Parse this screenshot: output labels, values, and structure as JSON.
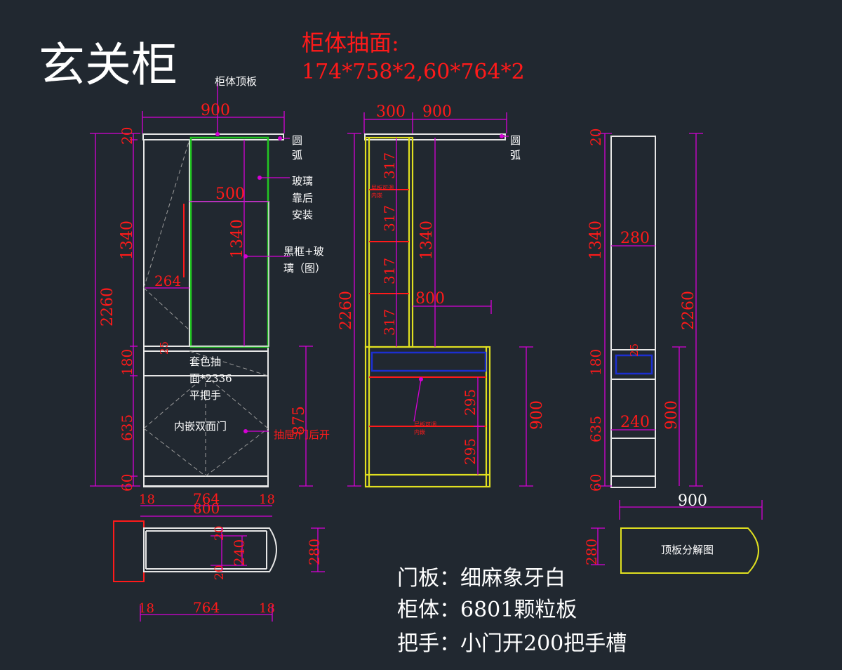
{
  "title": "玄关柜",
  "header_note": {
    "line1": "柜体抽面:",
    "line2": "174*758*2,60*764*2"
  },
  "colors": {
    "background": "#212830",
    "outline": "#e6e6e6",
    "dimension": "#d500d5",
    "dim_text": "#ff1a1a",
    "green_frame": "#22c722",
    "yellow_frame": "#e0e020",
    "blue_drawer": "#1c2fd0",
    "label": "#ffffff"
  },
  "front": {
    "top_board_label": "柜体顶板",
    "width": "900",
    "total_height": "2260",
    "heights": [
      "20",
      "1340",
      "180",
      "635",
      "60"
    ],
    "inner_width": "500",
    "inner_height": "1340",
    "left_panel_width": "264",
    "base_sizes": [
      "18",
      "764",
      "18",
      "800"
    ],
    "right_base_height": "875",
    "small_25": "25",
    "arc_note": "圆\n弧",
    "glass_note": "玻璃\n靠后\n安装",
    "frame_note": "黑框+玻\n璃（图）",
    "drawer_note": "套色抽\n面*2336\n平把手",
    "door_note": "内嵌双面门",
    "drawer_open_note": "抽屉/门后开"
  },
  "side": {
    "width_left": "300",
    "width_right": "900",
    "total_height": "2260",
    "shelf_heights": [
      "317",
      "317",
      "317",
      "317"
    ],
    "glass_height": "1340",
    "shelf_width": "800",
    "base_height": "900",
    "lower_heights": [
      "295",
      "295"
    ],
    "arc_note": "圆\n弧",
    "tiny_note": "层板可调\n内嵌",
    "tiny_note2": "层板可调\n内嵌"
  },
  "third": {
    "total_height": "2260",
    "heights": [
      "20",
      "1340",
      "180",
      "635",
      "60"
    ],
    "width_inner": "280",
    "width_240": "240",
    "base_height": "900",
    "bottom_width": "900",
    "small_25": "25"
  },
  "plan": {
    "top_width": "800",
    "depth": "280",
    "inner": "240",
    "offsets": [
      "20",
      "20"
    ],
    "bottom_sizes": [
      "18",
      "764",
      "18"
    ],
    "top_board_depth": "280",
    "top_board_label": "顶板分解图"
  },
  "materials": [
    "门板：细麻象牙白",
    "柜体：6801颗粒板",
    "把手：小门开200把手槽"
  ]
}
